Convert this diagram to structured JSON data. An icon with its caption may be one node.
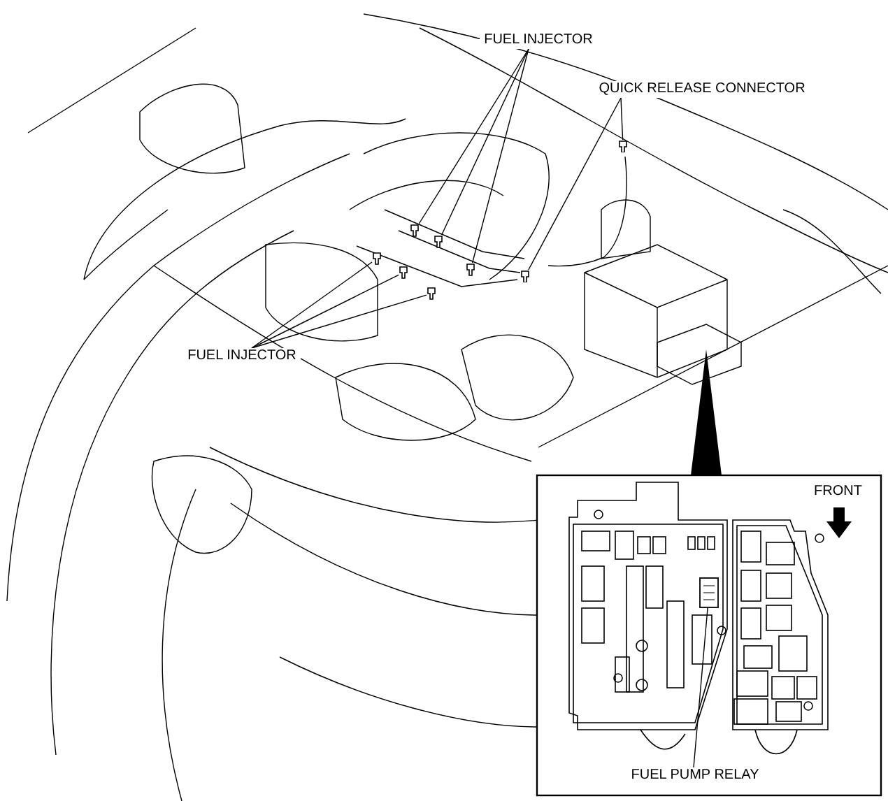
{
  "diagram": {
    "nodes": [
      {
        "text": [
          "FUEL INJECTOR"
        ]
      },
      {
        "text": [
          "QUICK RELEASE CONNECTOR"
        ]
      },
      {
        "text": [
          "FUEL INJECTOR"
        ]
      },
      {
        "text": [
          "FUEL PUMP RELAY"
        ]
      },
      {
        "text": [],
        "shape": "box"
      },
      {
        "text": [],
        "shape": "box"
      },
      {
        "text": [],
        "shape": "box"
      },
      {
        "text": [],
        "shape": "box"
      },
      {
        "text": [],
        "shape": "box"
      },
      {
        "text": [],
        "shape": "box"
      },
      {
        "text": [],
        "shape": "box"
      },
      {
        "text": [],
        "shape": "box"
      },
      {
        "text": [],
        "shape": "box"
      }
    ],
    "edges": [
      {
        "from": 0,
        "to": 4,
        "arrow": "none"
      },
      {
        "from": 0,
        "to": 5,
        "arrow": "none"
      },
      {
        "from": 0,
        "to": 6,
        "arrow": "none"
      },
      {
        "from": 1,
        "to": 10,
        "arrow": "none"
      },
      {
        "from": 1,
        "to": 11,
        "arrow": "none"
      },
      {
        "from": 2,
        "to": 7,
        "arrow": "none"
      },
      {
        "from": 2,
        "to": 8,
        "arrow": "none"
      },
      {
        "from": 2,
        "to": 9,
        "arrow": "none"
      },
      {
        "from": 3,
        "to": 12,
        "arrow": "none"
      }
    ],
    "labels": [
      "FRONT"
    ]
  }
}
